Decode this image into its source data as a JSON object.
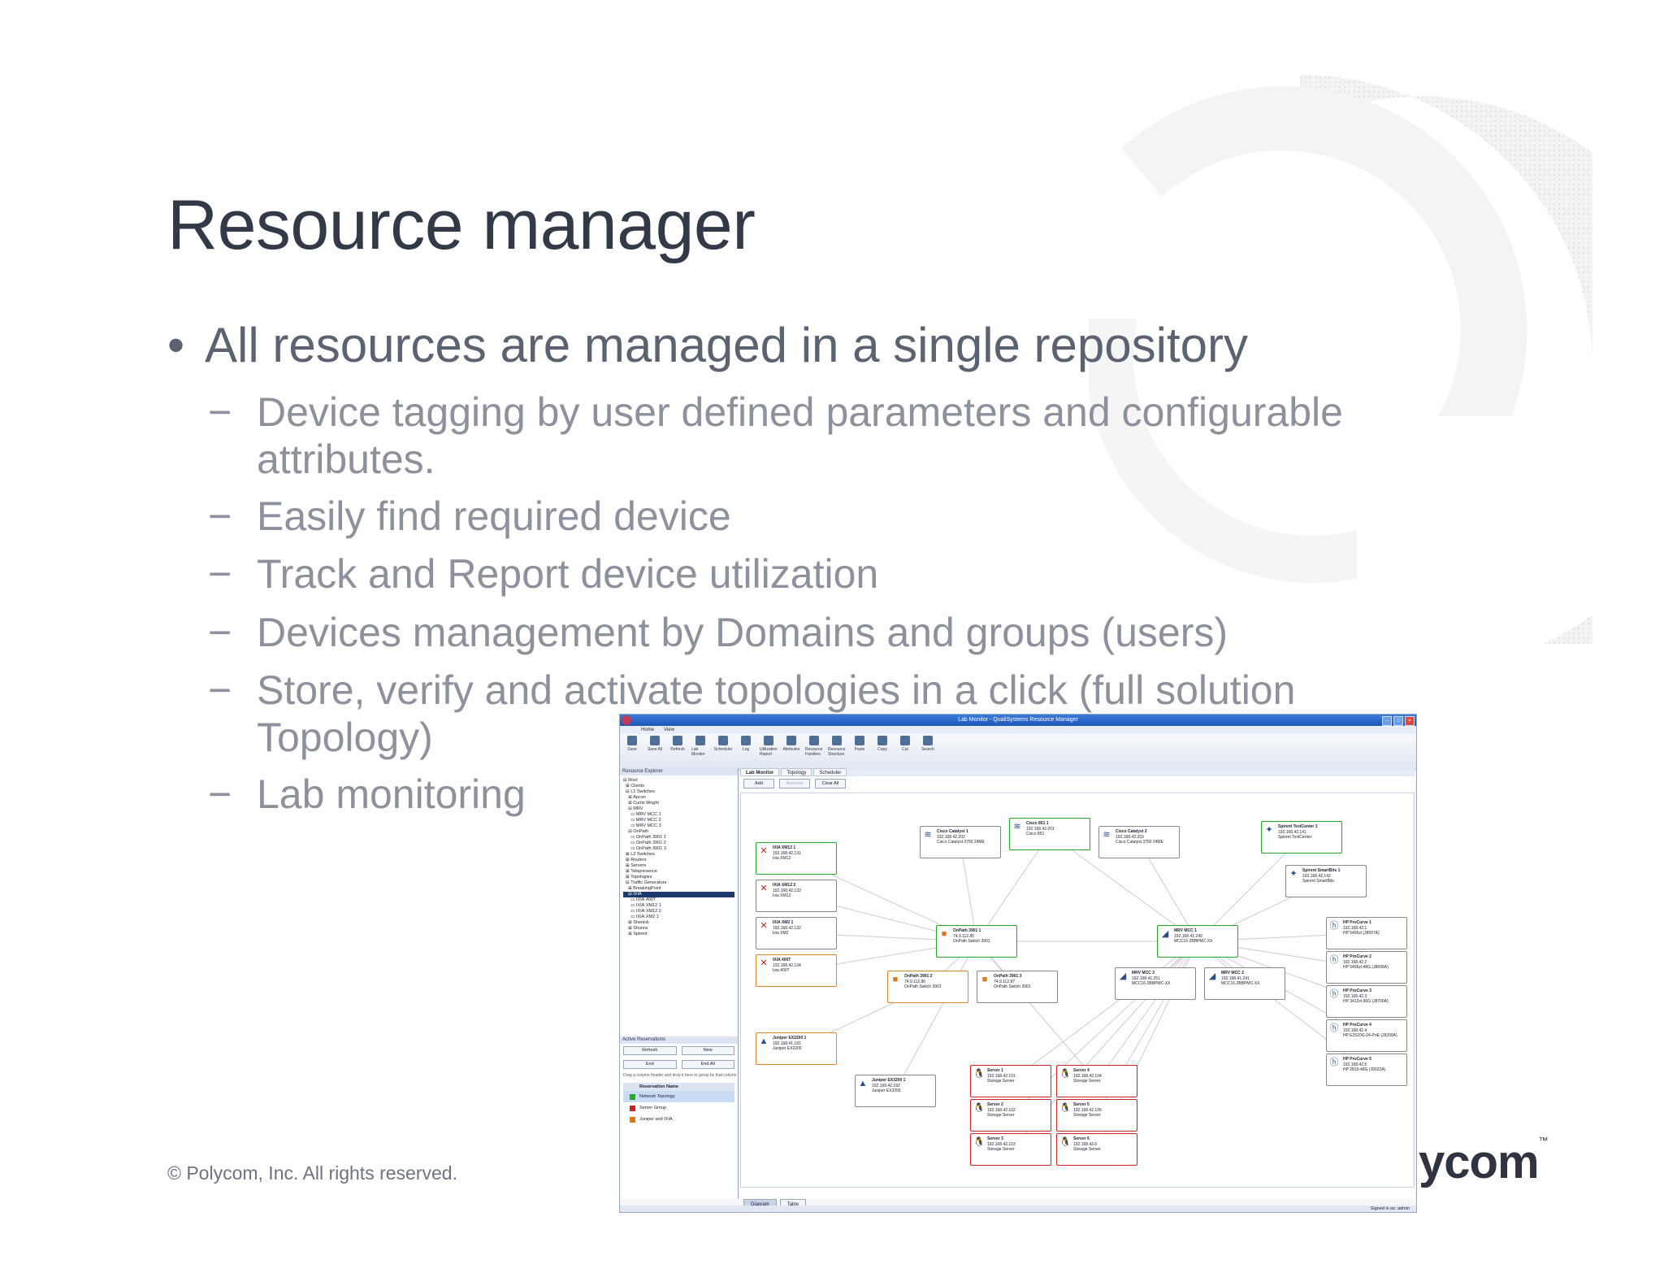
{
  "slide": {
    "title": "Resource manager",
    "bullet_main": "All resources are managed in a single repository",
    "bullet_marker": "•",
    "dash": "−",
    "sub_bullets": [
      "Device tagging by user defined parameters and configurable attributes.",
      "Easily find required device",
      "Track and Report device utilization",
      "Devices management by Domains and groups (users)",
      "Store, verify and activate topologies in a click (full solution Topology)",
      "Lab monitoring"
    ],
    "copyright": "© Polycom, Inc. All rights reserved.",
    "logo_text": "ycom",
    "logo_tm": "™"
  },
  "app": {
    "window_title": "Lab Monitor - QualiSystems Resource Manager",
    "menu": [
      "Home",
      "View"
    ],
    "ribbon_buttons": [
      "Save",
      "Save All",
      "Refresh",
      "Lab Monitor",
      "Scheduler",
      "Log",
      "Utilization Report",
      "Attributes",
      "Resource Families",
      "Resource Structure",
      "Paste",
      "Copy",
      "Cut",
      "Search"
    ],
    "left_pane_title": "Resource Explorer",
    "tree": [
      "⊟ Root",
      "  ⊞ Clients",
      "  ⊟ L1 Switches",
      "    ⊞ Apcon",
      "    ⊞ Curtis Wright",
      "    ⊟ MRV",
      "      ▭ MRV MCC 1",
      "      ▭ MRV MCC 2",
      "      ▭ MRV MCC 3",
      "    ⊟ OnPath",
      "      ▭ OnPath 3901 1",
      "      ▭ OnPath 3901 2",
      "      ▭ OnPath 3901 3",
      "  ⊞ L2 Switches",
      "  ⊞ Routers",
      "  ⊞ Servers",
      "  ⊞ Telepresence",
      "  ⊞ Topologies",
      "  ⊟ Traffic Generators",
      "    ⊞ BreakingPoint",
      "    ⊟ IXIA",
      "      ▭ IXIA 400T",
      "      ▭ IXIA XM12 1",
      "      ▭ IXIA XM12 2",
      "      ▭ IXIA XM2 1",
      "    ⊞ Shenick",
      "    ⊞ Shunra",
      "    ⊞ Spirent"
    ],
    "tree_selected_index": 20,
    "reservations": {
      "title": "Active Reservations",
      "buttons": [
        "Refresh",
        "New",
        "End",
        "End All"
      ],
      "hint": "Drag a column header and drop it here to group by that column",
      "column": "Reservation Name",
      "rows": [
        {
          "name": "Network Topology",
          "color": "#22aa22"
        },
        {
          "name": "Server Group",
          "color": "#cc2222"
        },
        {
          "name": "Juniper and IXIA",
          "color": "#dd7711"
        }
      ]
    },
    "tabs": [
      "Lab Monitor",
      "Topology",
      "Scheduler"
    ],
    "actions": [
      "Add",
      "Remove",
      "Clear All"
    ],
    "bottom_tabs": [
      "Diagram",
      "Table"
    ],
    "status": "Signed in as: admin",
    "nodes": [
      {
        "id": "ixia1",
        "name": "IXIA XM12 1",
        "ip": "192.168.42.131",
        "model": "Ixia XM12",
        "icon": "✕",
        "color": "#22aa22"
      },
      {
        "id": "ixia2",
        "name": "IXIA XM12 2",
        "ip": "192.168.42.133",
        "model": "Ixia XM12",
        "icon": "✕",
        "color": "#888888"
      },
      {
        "id": "ixia3",
        "name": "IXIA XM2 1",
        "ip": "192.168.42.132",
        "model": "Ixia XM2",
        "icon": "✕",
        "color": "#888888"
      },
      {
        "id": "ixia4",
        "name": "IXIA 400T",
        "ip": "192.168.42.134",
        "model": "Ixia 400T",
        "icon": "✕",
        "color": "#dd8822"
      },
      {
        "id": "jun1",
        "name": "Juniper EX2200 1",
        "ip": "192.168.41.181",
        "model": "Juniper EX2200",
        "icon": "▲",
        "color": "#dd8822"
      },
      {
        "id": "jun2",
        "name": "Juniper EX3200 1",
        "ip": "192.168.42.182",
        "model": "Juniper EX3200",
        "icon": "▲",
        "color": "#888888"
      },
      {
        "id": "cc1",
        "name": "Cisco Catalyst 1",
        "ip": "192.168.42.202",
        "model": "Cisco Catalyst 3750 24ME",
        "icon": "≋",
        "color": "#888888"
      },
      {
        "id": "csr",
        "name": "Cisco 851 1",
        "ip": "192.168.42.201",
        "model": "Cisco 851",
        "icon": "≋",
        "color": "#22aa22"
      },
      {
        "id": "cc2",
        "name": "Cisco Catalyst 2",
        "ip": "192.168.42.203",
        "model": "Cisco Catalyst 3750 24ME",
        "icon": "≋",
        "color": "#888888"
      },
      {
        "id": "op1",
        "name": "OnPath 3901 1",
        "ip": "74.9.112.85",
        "model": "OnPath Switch 3901",
        "icon": "■",
        "color": "#22aa22"
      },
      {
        "id": "op2",
        "name": "OnPath 3901 2",
        "ip": "74.9.112.86",
        "model": "OnPath Switch 3901",
        "icon": "■",
        "color": "#dd8822"
      },
      {
        "id": "op3",
        "name": "OnPath 3901 3",
        "ip": "74.9.112.87",
        "model": "OnPath Switch 3901",
        "icon": "■",
        "color": "#888888"
      },
      {
        "id": "mrv1",
        "name": "MRV MCC 1",
        "ip": "192.168.41.240",
        "model": "MCC16-2BBPMC-XX",
        "icon": "◢",
        "color": "#22aa22"
      },
      {
        "id": "mrv2",
        "name": "MRV MCC 3",
        "ip": "192.168.41.251",
        "model": "MCC16-2BBPMC-XX",
        "icon": "◢",
        "color": "#888888"
      },
      {
        "id": "mrv3",
        "name": "MRV MCC 2",
        "ip": "192.168.41.241",
        "model": "MCC16-2BBPMC-XX",
        "icon": "◢",
        "color": "#888888"
      },
      {
        "id": "sp1",
        "name": "Spirent TestCenter 1",
        "ip": "192.168.42.141",
        "model": "Spirent TestCenter",
        "icon": "✦",
        "color": "#22aa22"
      },
      {
        "id": "sp2",
        "name": "Spirent SmartBits 1",
        "ip": "192.168.42.142",
        "model": "Spirent SmartBits",
        "icon": "✦",
        "color": "#888888"
      },
      {
        "id": "hp1",
        "name": "HP ProCurve 1",
        "ip": "192.168.42.1",
        "model": "HP 5406zl (J8697A)",
        "icon": "ⓗ",
        "color": "#888888"
      },
      {
        "id": "hp2",
        "name": "HP ProCurve 2",
        "ip": "192.168.42.2",
        "model": "HP 5406zl-48G (J8699A)",
        "icon": "ⓗ",
        "color": "#888888"
      },
      {
        "id": "hp3",
        "name": "HP ProCurve 3",
        "ip": "192.168.42.3",
        "model": "HP 3412zl-96G (J8700A)",
        "icon": "ⓗ",
        "color": "#888888"
      },
      {
        "id": "hp4",
        "name": "HP ProCurve 4",
        "ip": "192.168.42.4",
        "model": "HP E2520G-24-PoE (J9299A)",
        "icon": "ⓗ",
        "color": "#888888"
      },
      {
        "id": "hp5",
        "name": "HP ProCurve 5",
        "ip": "192.168.42.5",
        "model": "HP 2810-48G (J9022A)",
        "icon": "ⓗ",
        "color": "#888888"
      },
      {
        "id": "s1",
        "name": "Server 1",
        "ip": "192.168.42.101",
        "model": "Storage Server",
        "icon": "🐧",
        "color": "#cc2222"
      },
      {
        "id": "s2",
        "name": "Server 2",
        "ip": "192.168.42.102",
        "model": "Storage Server",
        "icon": "🐧",
        "color": "#cc2222"
      },
      {
        "id": "s3",
        "name": "Server 3",
        "ip": "192.168.42.103",
        "model": "Storage Server",
        "icon": "🐧",
        "color": "#cc2222"
      },
      {
        "id": "s4",
        "name": "Server 4",
        "ip": "192.168.42.104",
        "model": "Storage Server",
        "icon": "🐧",
        "color": "#cc2222"
      },
      {
        "id": "s5",
        "name": "Server 5",
        "ip": "192.168.42.105",
        "model": "Storage Server",
        "icon": "🐧",
        "color": "#cc2222"
      },
      {
        "id": "s6",
        "name": "Server 6",
        "ip": "192.168.42.6",
        "model": "Storage Server",
        "icon": "🐧",
        "color": "#cc2222"
      }
    ]
  }
}
